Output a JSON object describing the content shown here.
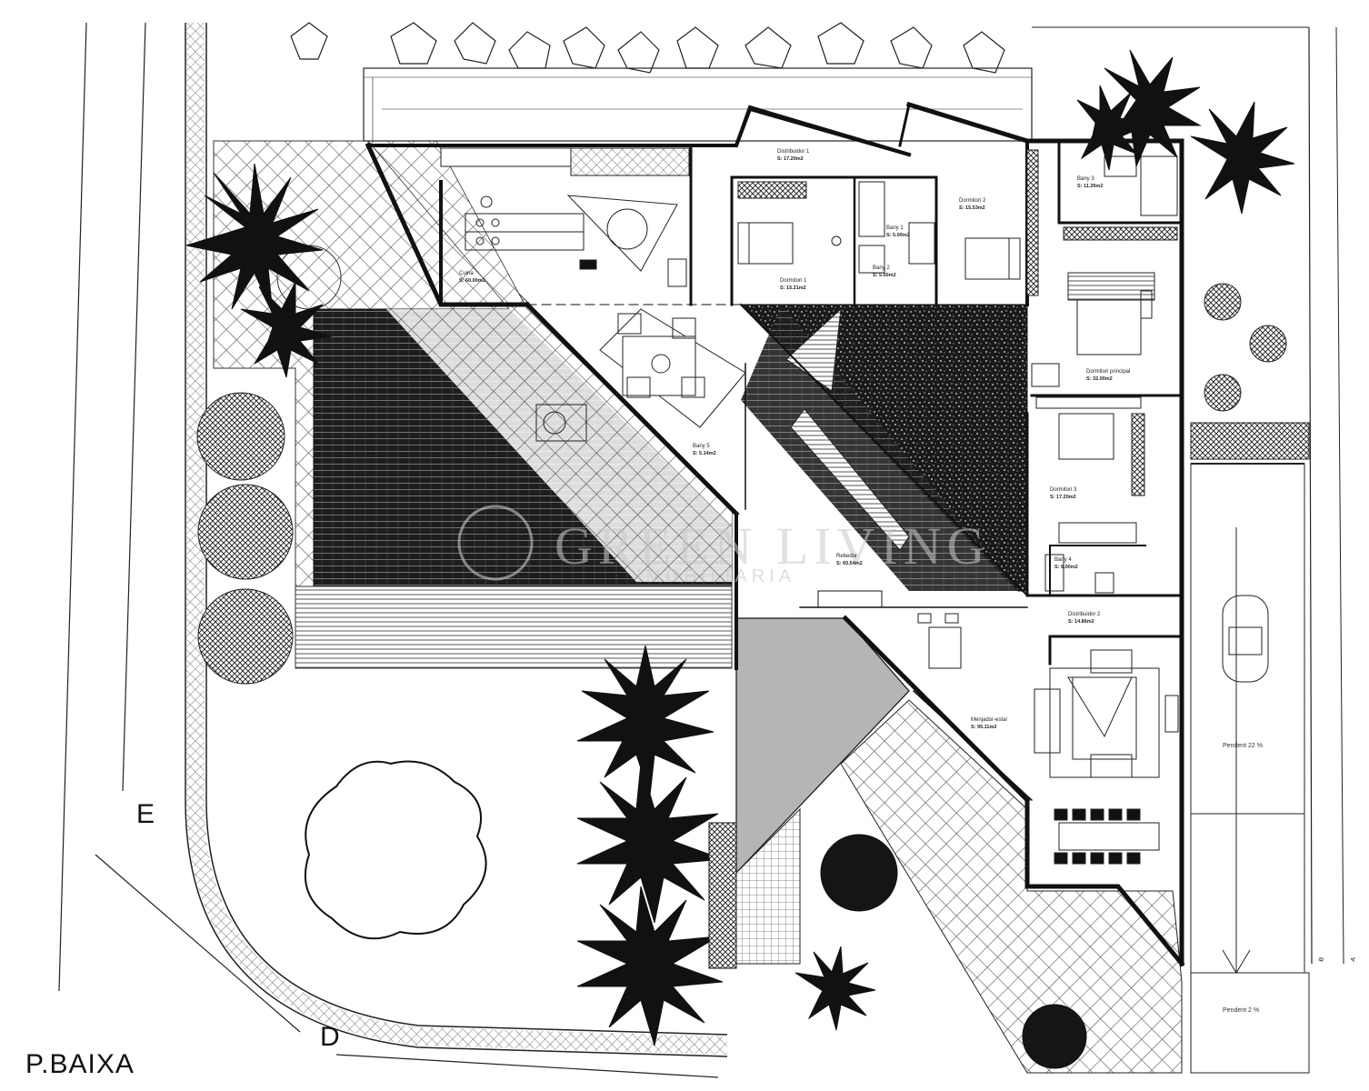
{
  "title": "P.BAIXA",
  "street_labels": {
    "left": "E",
    "bottom": "D",
    "right_a": "B",
    "right_b": "A"
  },
  "watermark": {
    "main": "GREEN LIVING",
    "sub": "IMOBILIARIA"
  },
  "rooms": [
    {
      "key": "cuina",
      "name": "Cuina",
      "area": "S: 60.00m2"
    },
    {
      "key": "distribuidor1",
      "name": "Distribuidor 1",
      "area": "S: 17.20m2"
    },
    {
      "key": "dormitori1",
      "name": "Dormitori 1",
      "area": "S: 15.21m2"
    },
    {
      "key": "bany1",
      "name": "Bany 1",
      "area": "S: 5.00m2"
    },
    {
      "key": "bany2",
      "name": "Bany 2",
      "area": "S: 5.00m2"
    },
    {
      "key": "dormitori2",
      "name": "Dormitori 2",
      "area": "S: 15.53m2"
    },
    {
      "key": "bany3",
      "name": "Bany 3",
      "area": "S: 11.29m2"
    },
    {
      "key": "dormitori_principal",
      "name": "Dormitori principal",
      "area": "S: 32.00m2"
    },
    {
      "key": "dormitori3",
      "name": "Dormitori 3",
      "area": "S: 17.20m2"
    },
    {
      "key": "bany4",
      "name": "Bany 4",
      "area": "S: 6.00m2"
    },
    {
      "key": "bany5",
      "name": "Bany 5",
      "area": "S: 5.14m2"
    },
    {
      "key": "rebedor",
      "name": "Rebedor",
      "area": "S: 60.54m2"
    },
    {
      "key": "distribuidor2",
      "name": "Distribuidor 2",
      "area": "S: 14.86m2"
    },
    {
      "key": "menjador",
      "name": "Menjador-estar",
      "area": "S: 95.11m2"
    }
  ],
  "ramp_labels": {
    "upper": "Pendent 22 %",
    "lower": "Pendent 2 %"
  },
  "colors": {
    "line": "#111111",
    "hatch": "#555555",
    "gray_fill": "#b5b5b5",
    "dark_fill": "#1e1e1e",
    "tree": "#111111"
  }
}
